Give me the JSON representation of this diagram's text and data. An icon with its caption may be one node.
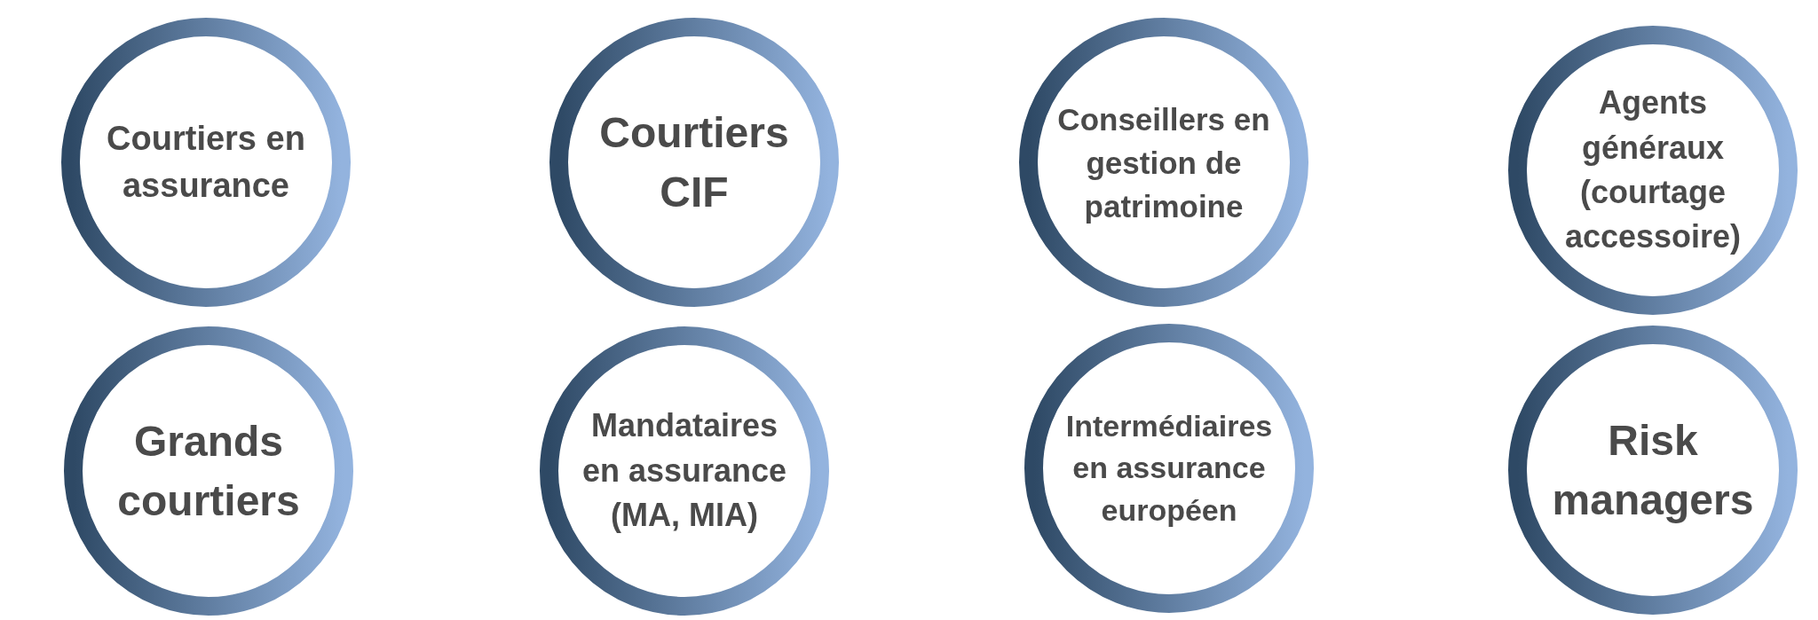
{
  "diagram": {
    "nodes": [
      {
        "text": [
          "Courtiers en assurance"
        ]
      },
      {
        "text": [
          "Courtiers CIF"
        ]
      },
      {
        "text": [
          "Conseillers en gestion de patrimoine"
        ]
      },
      {
        "text": [
          "Agents généraux (courtage accessoire)"
        ]
      },
      {
        "text": [
          "Grands courtiers"
        ]
      },
      {
        "text": [
          "Mandataires en assurance (MA, MIA)"
        ]
      },
      {
        "text": [
          "Intermédiaires en assurance européen"
        ]
      },
      {
        "text": [
          "Risk managers"
        ]
      }
    ]
  }
}
